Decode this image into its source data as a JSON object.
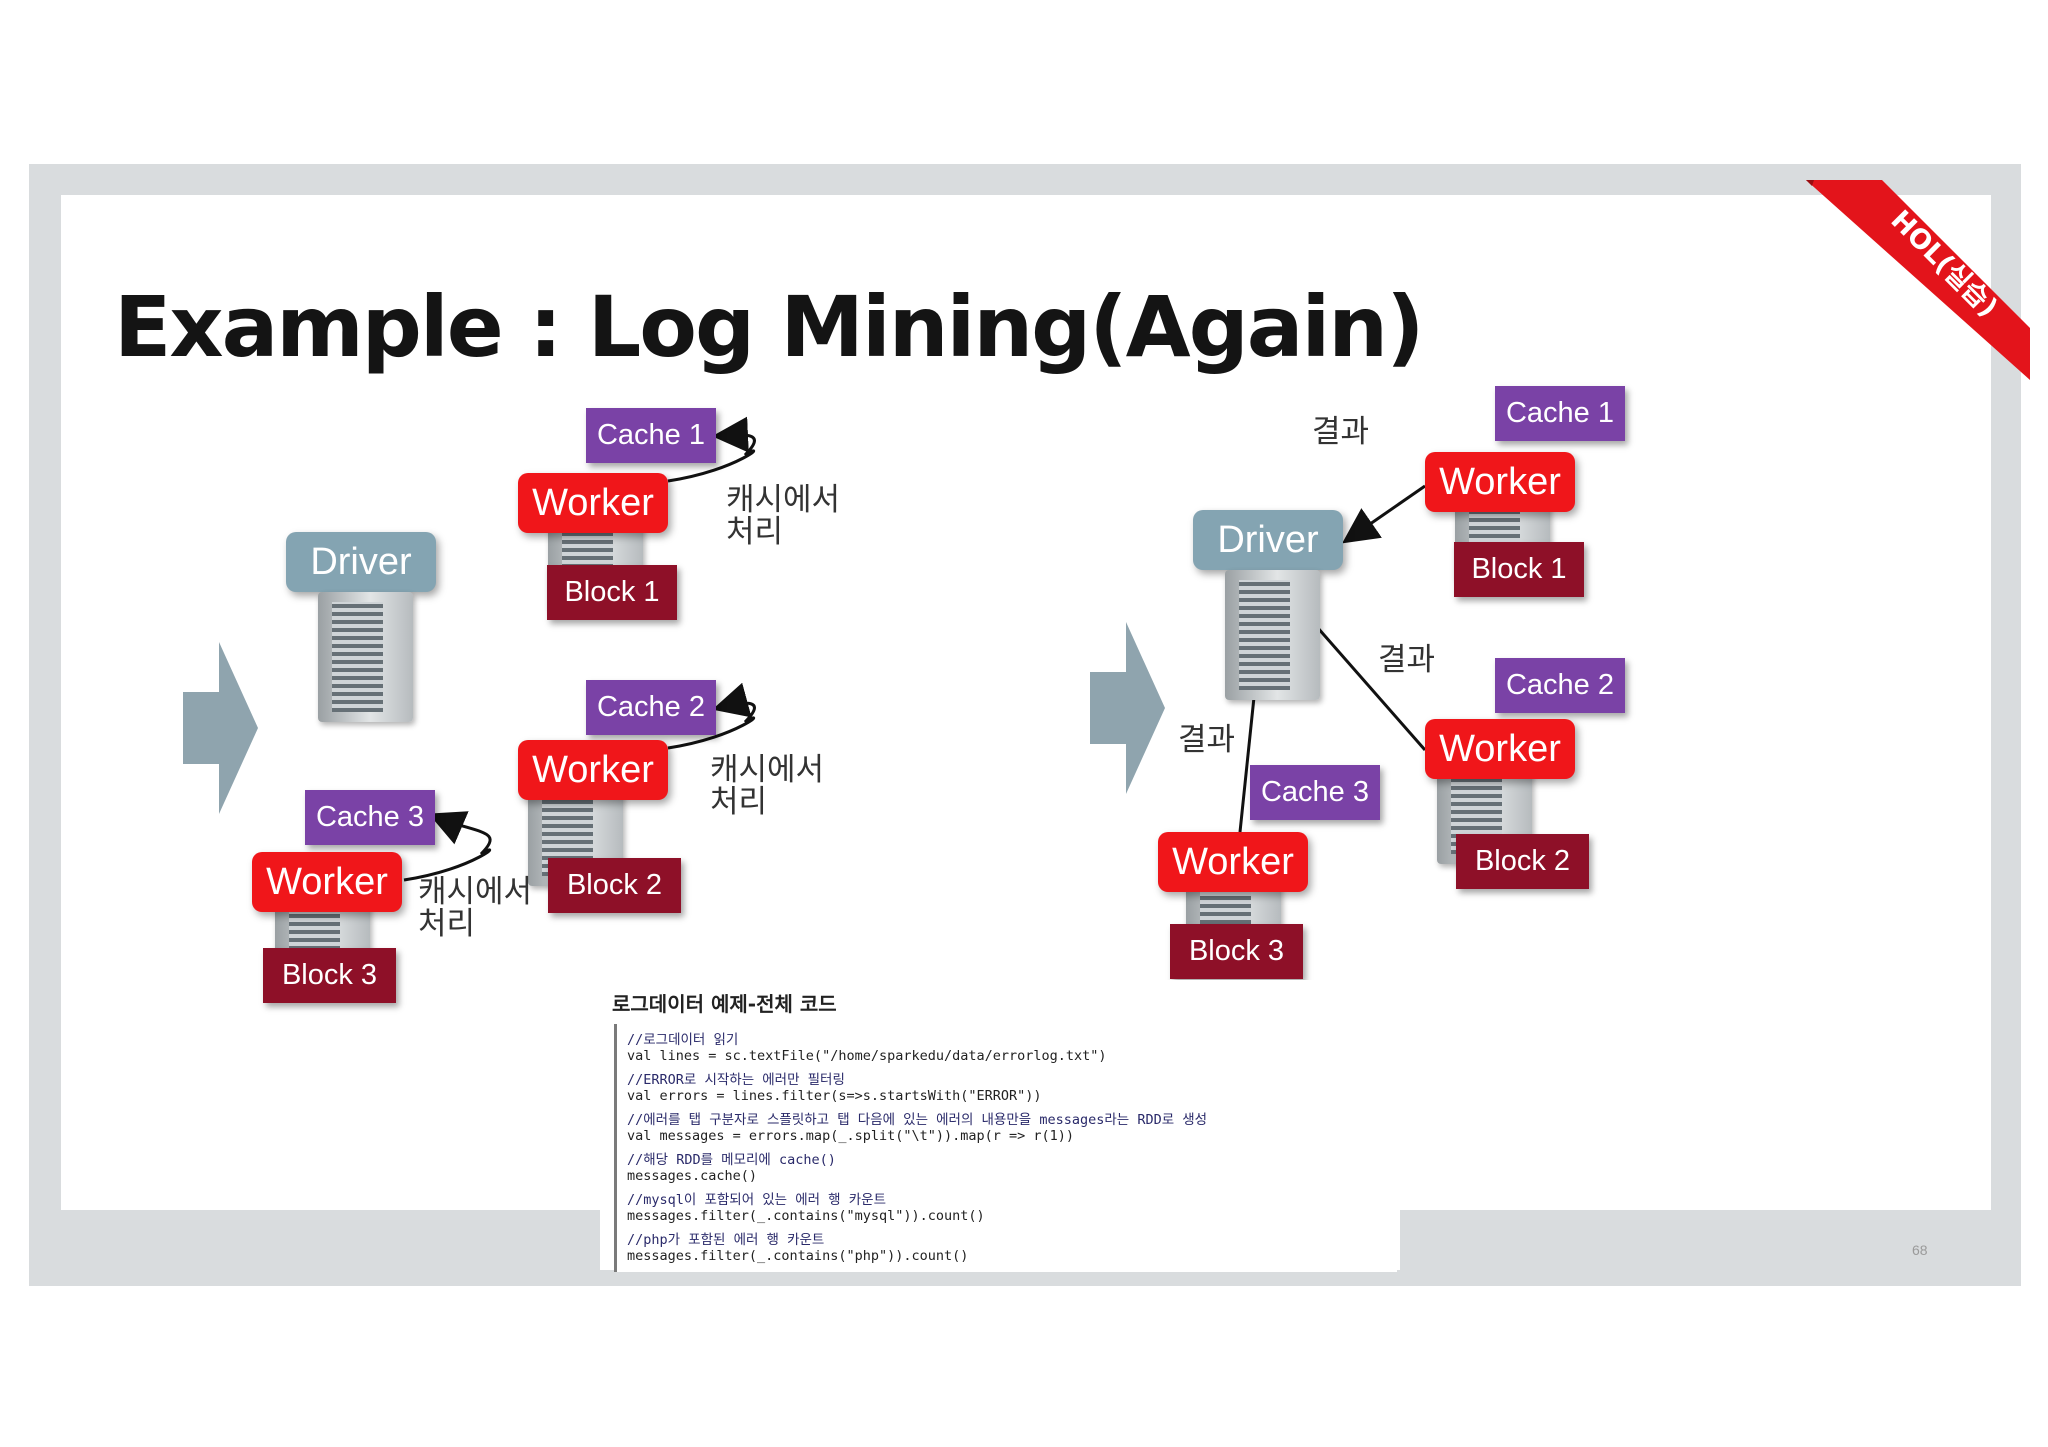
{
  "slide": {
    "title": "Example : Log Mining(Again)",
    "badge": "HOL(실습)",
    "page_number": "68"
  },
  "left_diagram": {
    "driver": "Driver",
    "workers": [
      {
        "cache": "Cache 1",
        "worker": "Worker",
        "block": "Block 1",
        "note_line1": "캐시에서",
        "note_line2": "처리"
      },
      {
        "cache": "Cache 2",
        "worker": "Worker",
        "block": "Block 2",
        "note_line1": "캐시에서",
        "note_line2": "처리"
      },
      {
        "cache": "Cache 3",
        "worker": "Worker",
        "block": "Block 3",
        "note_line1": "캐시에서",
        "note_line2": "처리"
      }
    ]
  },
  "right_diagram": {
    "driver": "Driver",
    "result_label": "결과",
    "workers": [
      {
        "cache": "Cache 1",
        "worker": "Worker",
        "block": "Block 1"
      },
      {
        "cache": "Cache 2",
        "worker": "Worker",
        "block": "Block 2"
      },
      {
        "cache": "Cache 3",
        "worker": "Worker",
        "block": "Block 3"
      }
    ]
  },
  "code": {
    "title": "로그데이터 예제-전체 코드",
    "lines": [
      {
        "text": "//로그데이터 읽기",
        "comment": true
      },
      {
        "text": "val lines = sc.textFile(\"/home/sparkedu/data/errorlog.txt\")",
        "comment": false
      },
      {
        "text": "//ERROR로 시작하는 에러만 필터링",
        "comment": true
      },
      {
        "text": "val errors = lines.filter(s=>s.startsWith(\"ERROR\"))",
        "comment": false
      },
      {
        "text": "//에러를 탭 구분자로 스플릿하고 탭 다음에 있는 에러의 내용만을 messages라는 RDD로 생성",
        "comment": true
      },
      {
        "text": "val messages = errors.map(_.split(\"\\t\")).map(r => r(1))",
        "comment": false
      },
      {
        "text": "//해당 RDD를 메모리에 cache()",
        "comment": true
      },
      {
        "text": "messages.cache()",
        "comment": false
      },
      {
        "text": "//mysql이 포함되어 있는 에러 행 카운트",
        "comment": true
      },
      {
        "text": "messages.filter(_.contains(\"mysql\")).count()",
        "comment": false
      },
      {
        "text": "//php가 포함된 에러 행 카운트",
        "comment": true
      },
      {
        "text": "messages.filter(_.contains(\"php\")).count()",
        "comment": false
      }
    ]
  },
  "colors": {
    "cache": "#7a42a6",
    "worker": "#f0161a",
    "block": "#8e1028",
    "driver": "#84a4b2",
    "ribbon": "#e3141b"
  }
}
